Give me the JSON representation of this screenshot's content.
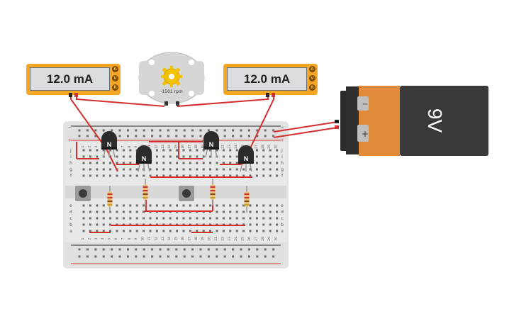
{
  "meters": [
    {
      "id": "left",
      "reading": "12.0 mA",
      "buttons": [
        "A",
        "V",
        "R"
      ]
    },
    {
      "id": "right",
      "reading": "12.0 mA",
      "buttons": [
        "A",
        "V",
        "R"
      ]
    }
  ],
  "motor": {
    "speed_label": "-1501 rpm",
    "icon": "gear-icon"
  },
  "battery": {
    "voltage_label": "9V",
    "minus": "−",
    "plus": "+"
  },
  "transistors": [
    {
      "label": "N"
    },
    {
      "label": "N"
    },
    {
      "label": "N"
    },
    {
      "label": "N"
    }
  ],
  "breadboard": {
    "columns_top": [
      "1",
      "2",
      "3",
      "4",
      "5",
      "6",
      "7",
      "8",
      "9",
      "10",
      "11",
      "12",
      "13",
      "14",
      "15",
      "16",
      "17",
      "18",
      "19",
      "20",
      "21",
      "22",
      "23",
      "24",
      "25",
      "26",
      "27",
      "28",
      "29",
      "30"
    ],
    "columns_bottom": [
      "1",
      "2",
      "3",
      "4",
      "5",
      "6",
      "7",
      "8",
      "9",
      "10",
      "11",
      "12",
      "13",
      "14",
      "15",
      "16",
      "17",
      "18",
      "19",
      "20",
      "21",
      "22",
      "23",
      "24",
      "25",
      "26",
      "27",
      "28",
      "29",
      "30"
    ],
    "rows_upper": [
      "j",
      "i",
      "h",
      "g",
      "f"
    ],
    "rows_lower": [
      "e",
      "d",
      "c",
      "b",
      "a"
    ],
    "rail_minus": "−",
    "rail_plus": "+"
  },
  "colors": {
    "wire": "#d32f2f",
    "meter": "#f5a623",
    "battery_cap": "#e08a3a",
    "battery_body": "#3a3a3a",
    "board": "#e8e8e8"
  }
}
